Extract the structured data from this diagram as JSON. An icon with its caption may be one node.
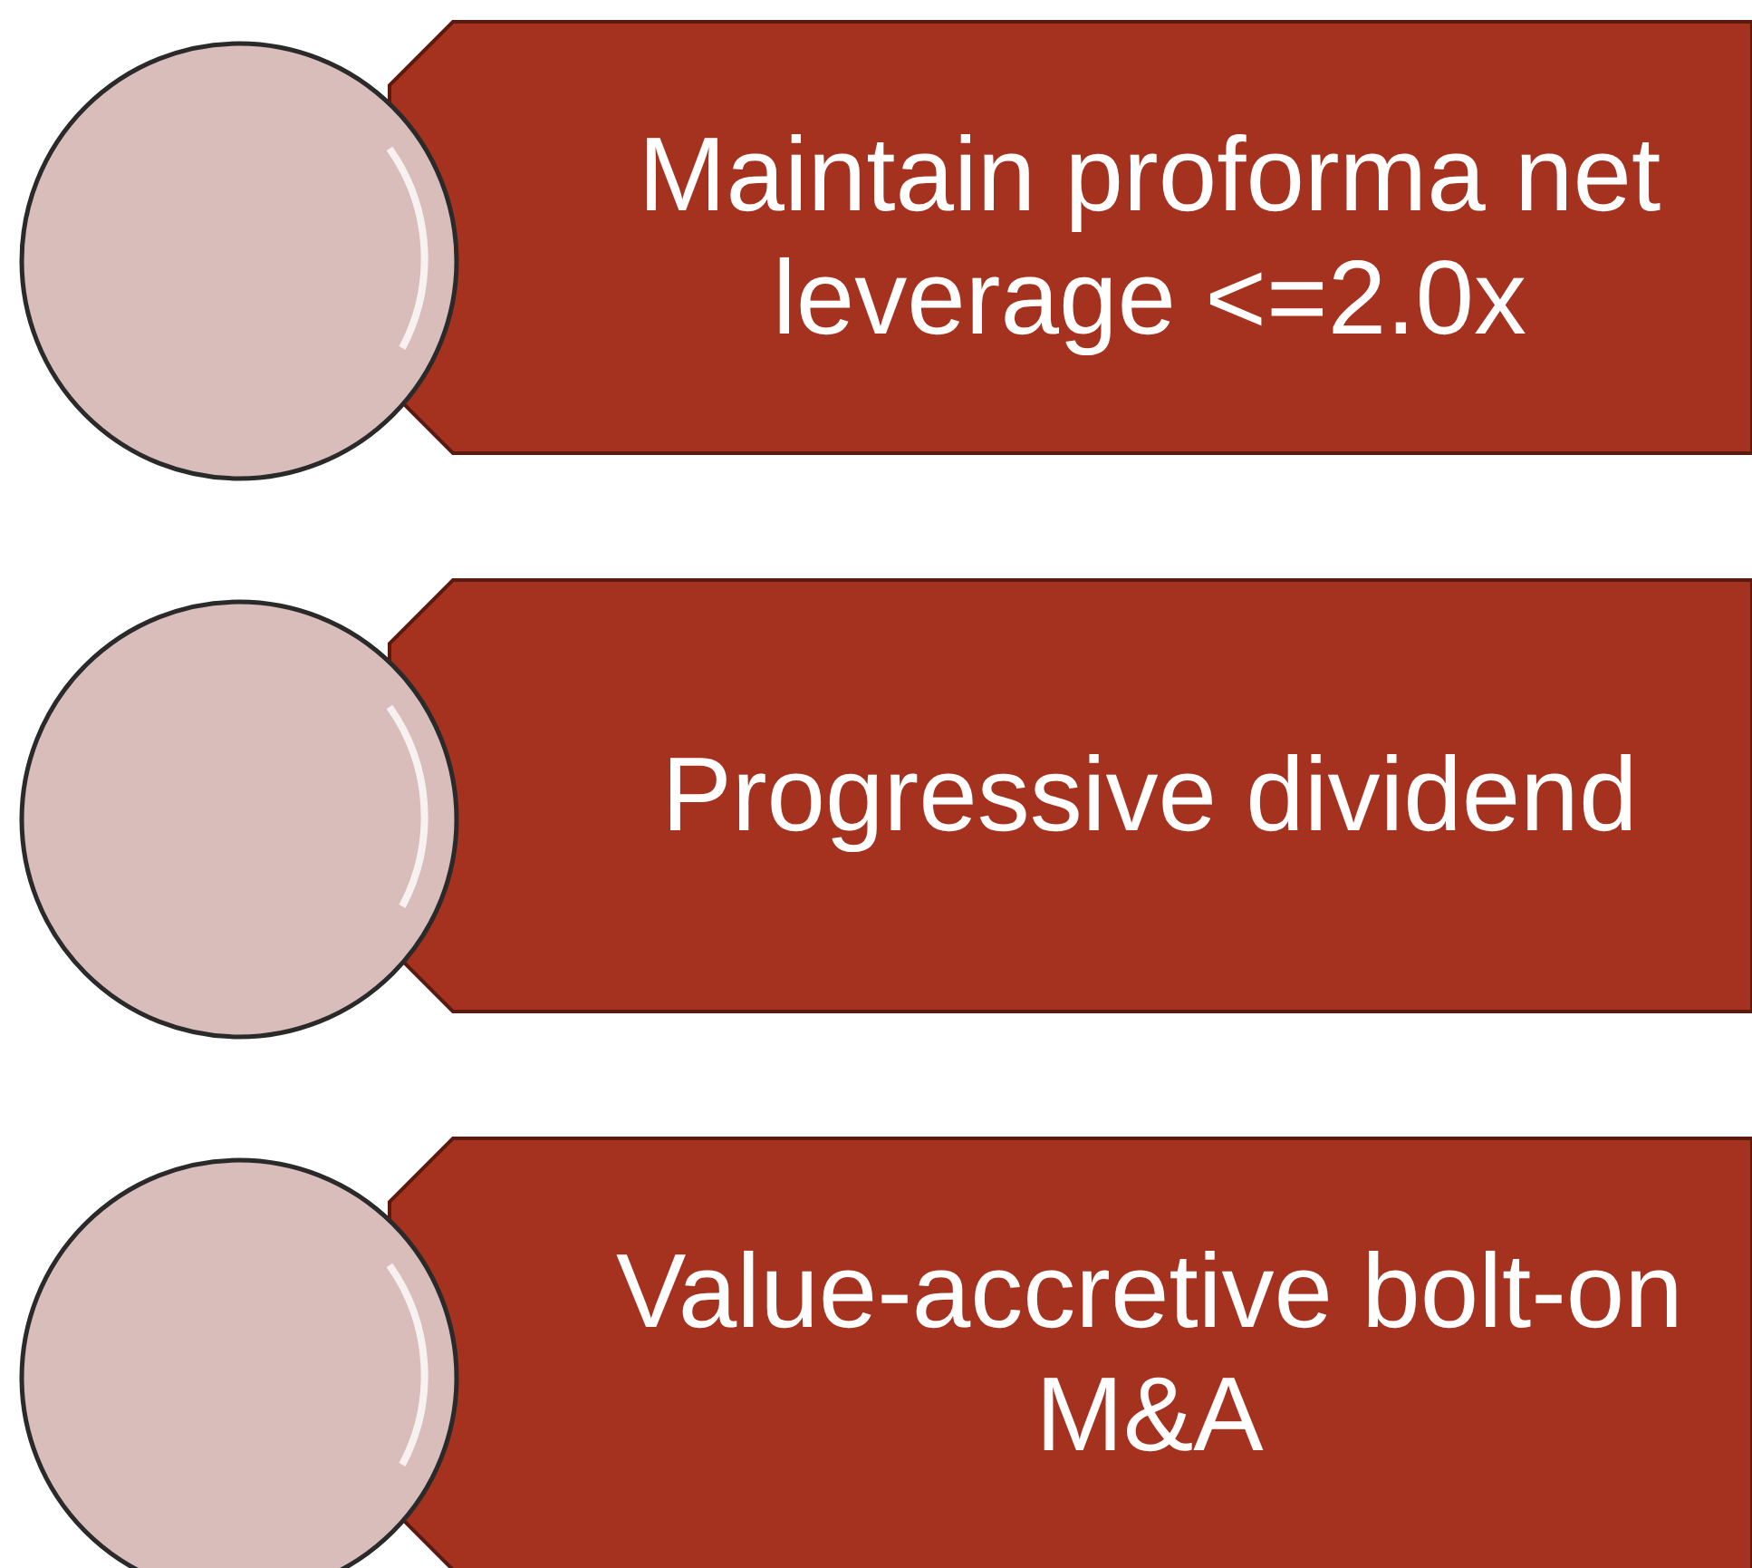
{
  "diagram": {
    "nodes": [
      {
        "text": [],
        "shape": "circle"
      },
      {
        "text": [
          "Maintain proforma net leverage <=2.0x"
        ]
      },
      {
        "text": [],
        "shape": "circle"
      },
      {
        "text": [
          "Progressive dividend"
        ]
      },
      {
        "text": [],
        "shape": "circle"
      },
      {
        "text": [
          "Value-accretive bolt-on M&A"
        ]
      }
    ]
  }
}
